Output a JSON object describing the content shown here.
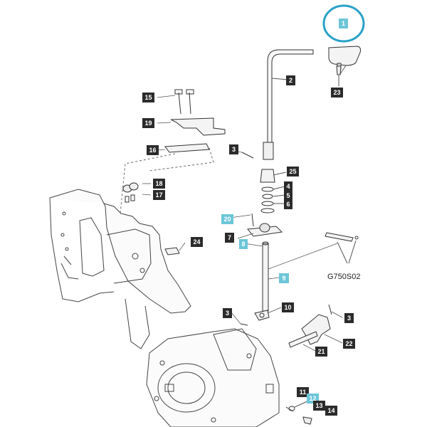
{
  "diagram": {
    "drawing_code": "G750S02",
    "highlight_color": "#6cc6d8",
    "callout_color": "#2b2b2b",
    "selection_ring_color": "#2aa1c9",
    "selected_part": "1",
    "callouts": {
      "c1": "1",
      "c2": "2",
      "c23": "23",
      "c15": "15",
      "c19": "19",
      "c16": "16",
      "c3a": "3",
      "c25": "25",
      "c4": "4",
      "c5": "5",
      "c6": "6",
      "c18": "18",
      "c17": "17",
      "c20": "20",
      "c7": "7",
      "c8": "8",
      "c24": "24",
      "c9": "9",
      "c3b": "3",
      "c10": "10",
      "c3c": "3",
      "c22": "22",
      "c21": "21",
      "c11": "11",
      "c12": "12",
      "c13": "13",
      "c14": "14"
    }
  }
}
